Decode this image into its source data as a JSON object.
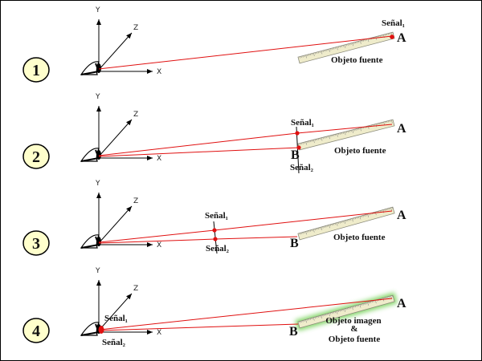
{
  "panels": [
    {
      "number": "1",
      "axes": {
        "x": "X",
        "y": "Y",
        "z": "Z"
      },
      "point_a": "A",
      "signal_1": "Señal₁",
      "object_label": "Objeto fuente"
    },
    {
      "number": "2",
      "axes": {
        "x": "X",
        "y": "Y",
        "z": "Z"
      },
      "point_a": "A",
      "point_b": "B",
      "signal_1": "Señal₁",
      "signal_2": "Señal₂",
      "object_label": "Objeto fuente"
    },
    {
      "number": "3",
      "axes": {
        "x": "X",
        "y": "Y",
        "z": "Z"
      },
      "point_a": "A",
      "point_b": "B",
      "signal_1": "Señal₁",
      "signal_2": "Señal₂",
      "object_label": "Objeto fuente"
    },
    {
      "number": "4",
      "axes": {
        "x": "X",
        "y": "Y",
        "z": "Z"
      },
      "point_a": "A",
      "point_b": "B",
      "signal_1": "Señal₁",
      "signal_2": "Señal₂",
      "object_label_1": "Objeto imagen",
      "object_label_amp": "&",
      "object_label_2": "Objeto fuente"
    }
  ],
  "colors": {
    "ray": "#e01010",
    "circle_fill": "#ffffcc",
    "ruler_fill": "#efeccb",
    "glow": "#66cc44"
  }
}
